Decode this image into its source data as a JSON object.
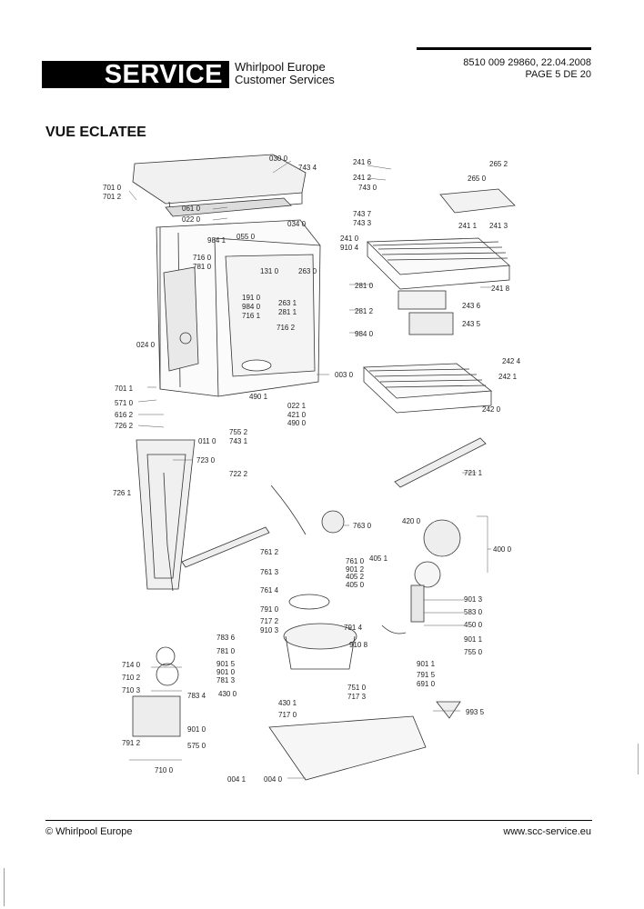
{
  "header": {
    "doc_ref": "8510 009 29860, 22.04.2008",
    "page": "PAGE 5 DE 20",
    "service_label": "SERVICE",
    "company_line1": "Whirlpool Europe",
    "company_line2": "Customer Services"
  },
  "title": "VUE ECLATEE",
  "callouts": [
    "030 0",
    "743 4",
    "241 6",
    "265 2",
    "241 2",
    "743 0",
    "265 0",
    "701 0",
    "701 2",
    "061 0",
    "022 0",
    "743 7",
    "743 3",
    "034 0",
    "241 1",
    "241 3",
    "984 1",
    "055 0",
    "241 0",
    "910 4",
    "716 0",
    "781 0",
    "131 0",
    "263 0",
    "241 8",
    "191 0",
    "984 0",
    "716 1",
    "263 1",
    "281 1",
    "281 0",
    "281 2",
    "243 6",
    "243 5",
    "716 2",
    "984 0",
    "024 0",
    "242 4",
    "242 1",
    "003 0",
    "701 1",
    "571 0",
    "616 2",
    "726 2",
    "490 1",
    "022 1",
    "421 0",
    "490 0",
    "755 2",
    "743 1",
    "011 0",
    "242 0",
    "723 0",
    "722 2",
    "721 1",
    "726 1",
    "763 0",
    "420 0",
    "400 0",
    "761 2",
    "405 1",
    "761 3",
    "761 0",
    "901 2",
    "405 2",
    "405 0",
    "761 4",
    "791 0",
    "901 3",
    "583 0",
    "450 0",
    "717 2",
    "910 3",
    "791 4",
    "910 8",
    "901 1",
    "783 6",
    "781 0",
    "755 0",
    "714 0",
    "901 5",
    "901 0",
    "901 1",
    "781 3",
    "791 5",
    "710 2",
    "751 0",
    "691 0",
    "710 3",
    "783 4",
    "430 0",
    "717 3",
    "430 1",
    "717 0",
    "993 5",
    "901 0",
    "791 2",
    "575 0",
    "710 0",
    "004 1",
    "004 0"
  ],
  "footer": {
    "left": "© Whirlpool Europe",
    "right": "www.scc-service.eu"
  }
}
